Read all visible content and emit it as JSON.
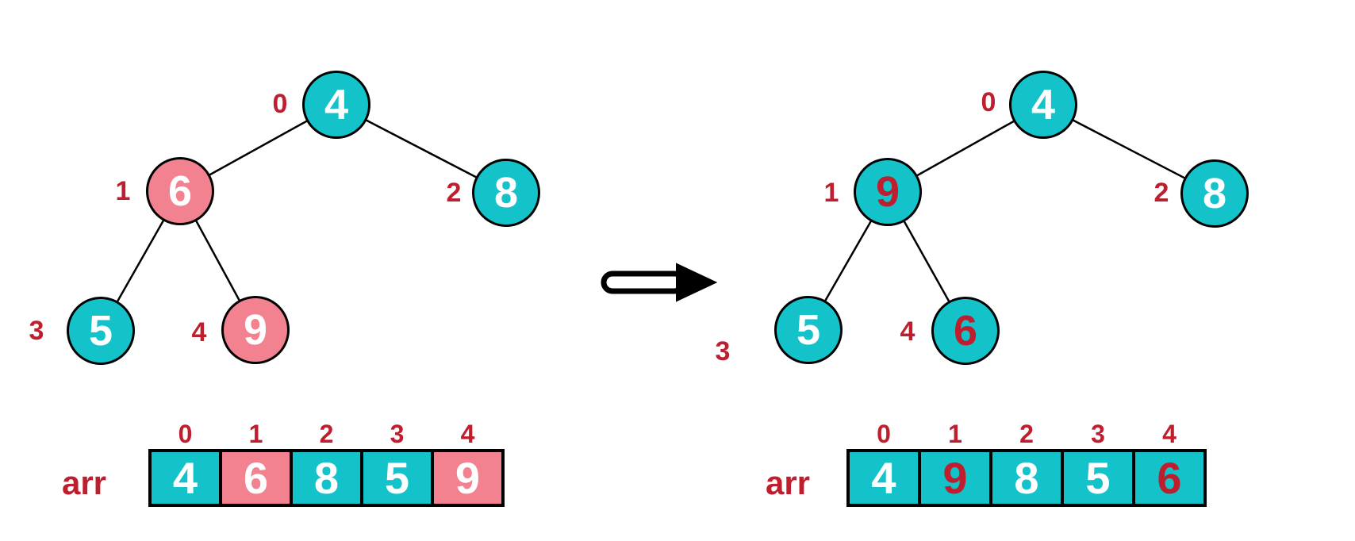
{
  "colors": {
    "teal": "#14C3CA",
    "pink": "#F2828F",
    "crimson": "#BE1E2D",
    "white": "#FFFFFF",
    "edge": "#000000"
  },
  "arrow": {
    "meaning": "transforms-into"
  },
  "panels": [
    {
      "id": "before",
      "tree": {
        "nodes": [
          {
            "pos": "root",
            "index": "0",
            "value": "4",
            "fill": "teal",
            "valueColor": "white"
          },
          {
            "pos": "left",
            "index": "1",
            "value": "6",
            "fill": "pink",
            "valueColor": "white"
          },
          {
            "pos": "right",
            "index": "2",
            "value": "8",
            "fill": "teal",
            "valueColor": "white"
          },
          {
            "pos": "leftleft",
            "index": "3",
            "value": "5",
            "fill": "teal",
            "valueColor": "white"
          },
          {
            "pos": "leftright",
            "index": "4",
            "value": "9",
            "fill": "pink",
            "valueColor": "white"
          }
        ],
        "edges": [
          [
            "root",
            "left"
          ],
          [
            "root",
            "right"
          ],
          [
            "left",
            "leftleft"
          ],
          [
            "left",
            "leftright"
          ]
        ]
      },
      "array": {
        "label": "arr",
        "cells": [
          {
            "index": "0",
            "value": "4",
            "fill": "teal",
            "valueColor": "white"
          },
          {
            "index": "1",
            "value": "6",
            "fill": "pink",
            "valueColor": "white"
          },
          {
            "index": "2",
            "value": "8",
            "fill": "teal",
            "valueColor": "white"
          },
          {
            "index": "3",
            "value": "5",
            "fill": "teal",
            "valueColor": "white"
          },
          {
            "index": "4",
            "value": "9",
            "fill": "pink",
            "valueColor": "white"
          }
        ]
      }
    },
    {
      "id": "after",
      "tree": {
        "nodes": [
          {
            "pos": "root",
            "index": "0",
            "value": "4",
            "fill": "teal",
            "valueColor": "white"
          },
          {
            "pos": "left",
            "index": "1",
            "value": "9",
            "fill": "teal",
            "valueColor": "crimson"
          },
          {
            "pos": "right",
            "index": "2",
            "value": "8",
            "fill": "teal",
            "valueColor": "white"
          },
          {
            "pos": "leftleft",
            "index": "3",
            "value": "5",
            "fill": "teal",
            "valueColor": "white"
          },
          {
            "pos": "leftright",
            "index": "4",
            "value": "6",
            "fill": "teal",
            "valueColor": "crimson"
          }
        ],
        "edges": [
          [
            "root",
            "left"
          ],
          [
            "root",
            "right"
          ],
          [
            "left",
            "leftleft"
          ],
          [
            "left",
            "leftright"
          ]
        ]
      },
      "array": {
        "label": "arr",
        "cells": [
          {
            "index": "0",
            "value": "4",
            "fill": "teal",
            "valueColor": "white"
          },
          {
            "index": "1",
            "value": "9",
            "fill": "teal",
            "valueColor": "crimson"
          },
          {
            "index": "2",
            "value": "8",
            "fill": "teal",
            "valueColor": "white"
          },
          {
            "index": "3",
            "value": "5",
            "fill": "teal",
            "valueColor": "white"
          },
          {
            "index": "4",
            "value": "6",
            "fill": "teal",
            "valueColor": "crimson"
          }
        ]
      }
    }
  ]
}
